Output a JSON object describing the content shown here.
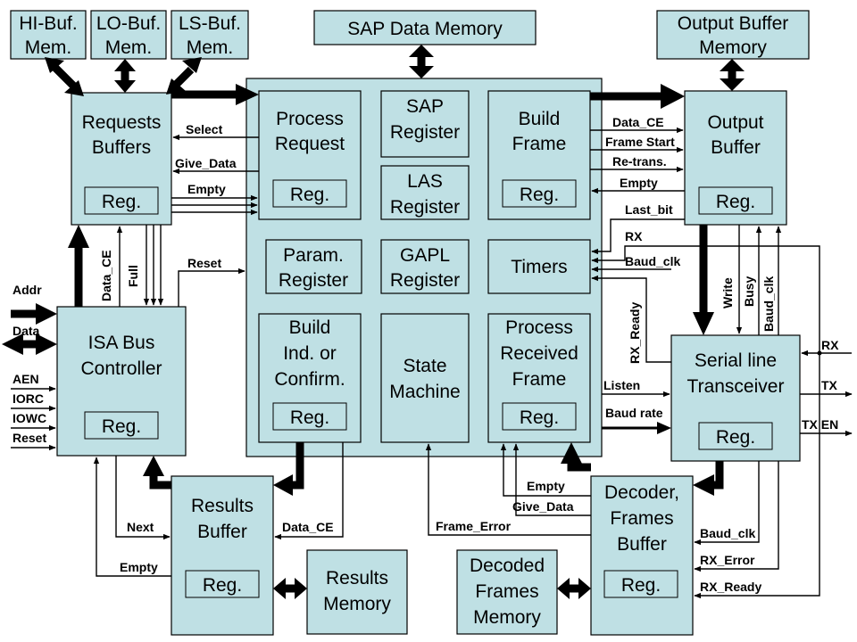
{
  "blocks": {
    "hi_buf_mem": [
      "HI-Buf.",
      "Mem."
    ],
    "lo_buf_mem": [
      "LO-Buf.",
      "Mem."
    ],
    "ls_buf_mem": [
      "LS-Buf.",
      "Mem."
    ],
    "sap_data_memory": "SAP Data Memory",
    "output_buffer_memory": [
      "Output Buffer",
      "Memory"
    ],
    "requests_buffers": [
      "Requests",
      "Buffers"
    ],
    "process_request": [
      "Process",
      "Request"
    ],
    "sap_register": [
      "SAP",
      "Register"
    ],
    "las_register": [
      "LAS",
      "Register"
    ],
    "build_frame": [
      "Build",
      "Frame"
    ],
    "output_buffer": [
      "Output",
      "Buffer"
    ],
    "param_register": [
      "Param.",
      "Register"
    ],
    "gapl_register": [
      "GAPL",
      "Register"
    ],
    "timers": "Timers",
    "build_ind": [
      "Build",
      "Ind. or",
      "Confirm."
    ],
    "state_machine": [
      "State",
      "Machine"
    ],
    "process_received_frame": [
      "Process",
      "Received",
      "Frame"
    ],
    "isa_bus_controller": [
      "ISA Bus",
      "Controller"
    ],
    "serial_line_transceiver": [
      "Serial line",
      "Transceiver"
    ],
    "results_buffer": [
      "Results",
      "Buffer"
    ],
    "results_memory": [
      "Results",
      "Memory"
    ],
    "decoded_frames_memory": [
      "Decoded",
      "Frames",
      "Memory"
    ],
    "decoder_frames_buffer": [
      "Decoder,",
      "Frames",
      "Buffer"
    ],
    "reg": "Reg."
  },
  "signals": {
    "select": "Select",
    "give_data": "Give_Data",
    "empty": "Empty",
    "data_ce": "Data_CE",
    "frame_start": "Frame Start",
    "re_trans": "Re-trans.",
    "last_bit": "Last_bit",
    "rx": "RX",
    "baud_clk": "Baud_clk",
    "reset": "Reset",
    "full": "Full",
    "addr": "Addr",
    "data": "Data",
    "aen": "AEN",
    "iorc": "IORC",
    "iowc": "IOWC",
    "rx_ready": "RX_Ready",
    "write": "Write",
    "busy": "Busy",
    "listen": "Listen",
    "baud_rate": "Baud rate",
    "tx": "TX",
    "tx_en": "TX EN",
    "next": "Next",
    "frame_error": "Frame_Error",
    "rx_error": "RX_Error"
  }
}
